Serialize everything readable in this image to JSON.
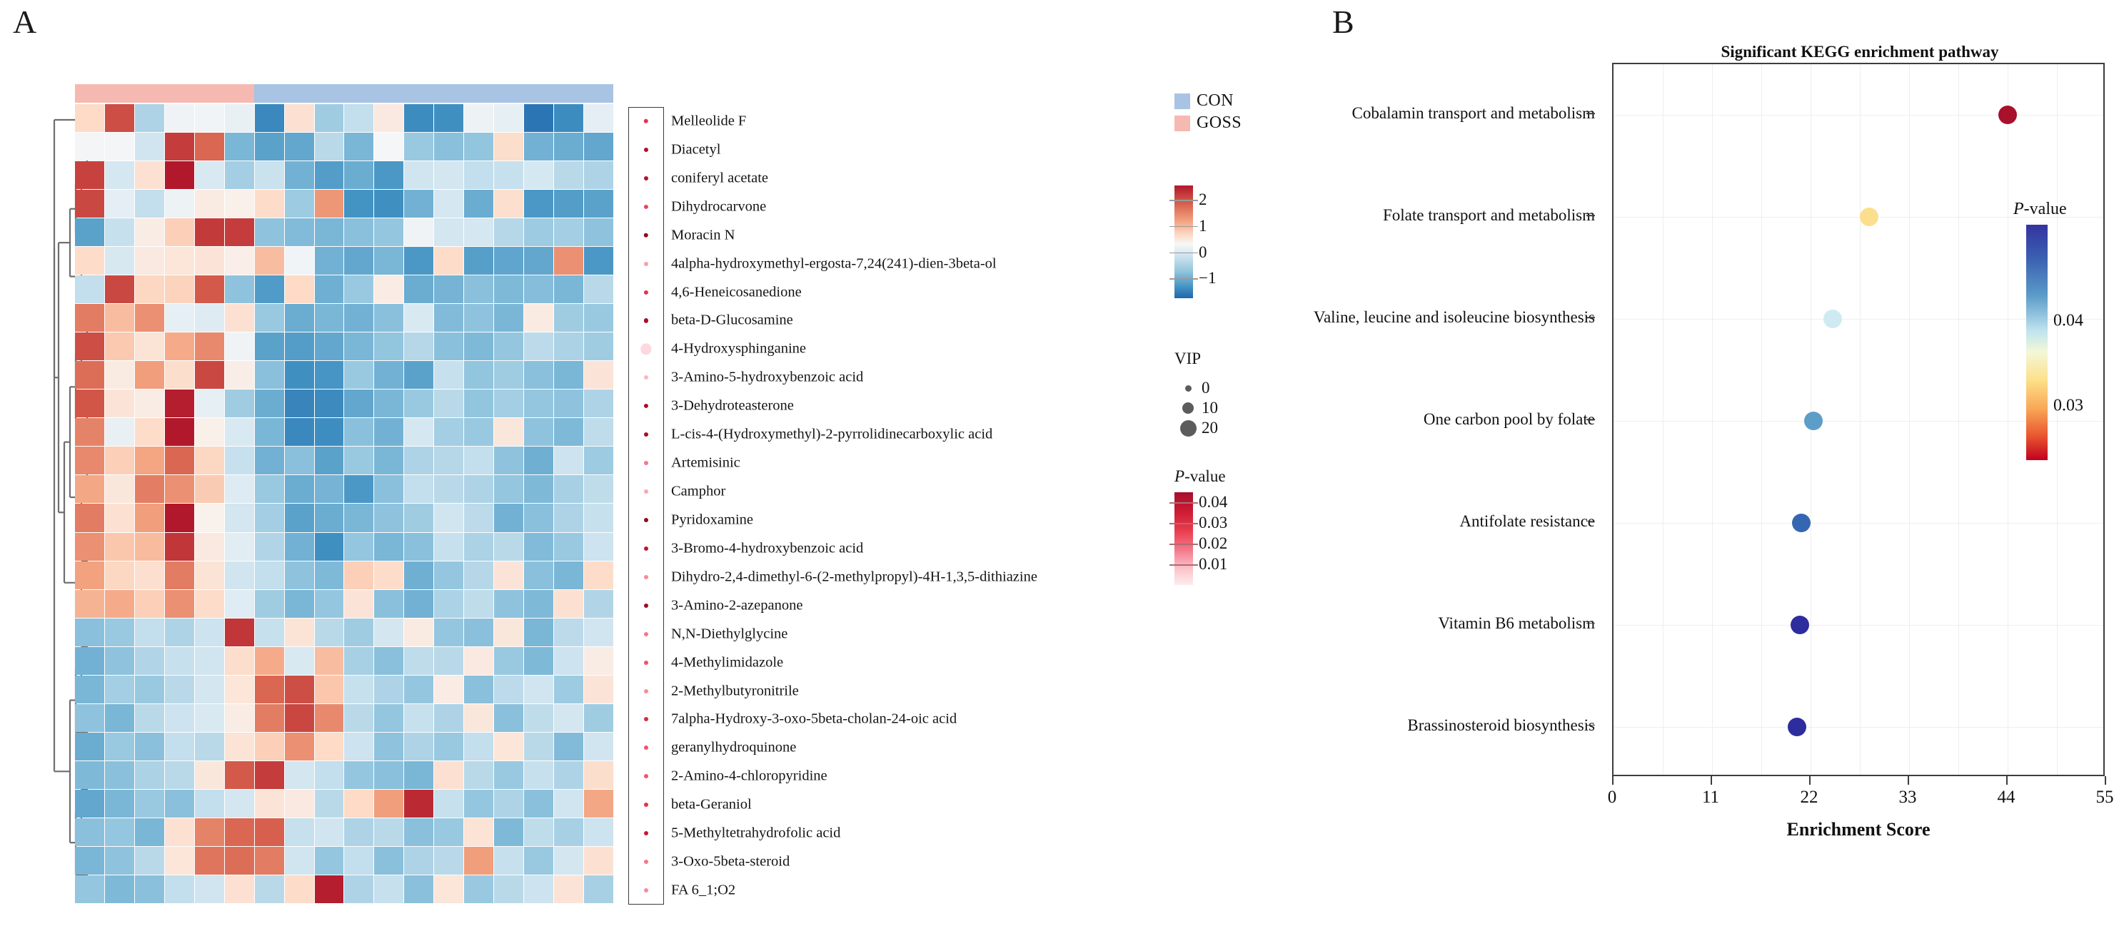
{
  "panels": {
    "a_letter": "A",
    "b_letter": "B"
  },
  "panel_a": {
    "group_legend": {
      "items": [
        {
          "label": "CON",
          "color": "#a8c3e4"
        },
        {
          "label": "GOSS",
          "color": "#f6b9b2"
        }
      ]
    },
    "zscore_legend": {
      "ticks": [
        "2",
        "1",
        "0",
        "−1"
      ],
      "high_color": "#b2182b",
      "low_color": "#2166ac"
    },
    "vip_legend": {
      "title": "VIP",
      "ticks": [
        "0",
        "10",
        "20"
      ],
      "dot_color": "#5c5c5c"
    },
    "pvalue_legend": {
      "title": "P-value",
      "ticks": [
        "0.04",
        "0.03",
        "0.02",
        "0.01"
      ],
      "high_color": "#a50f2b",
      "low_color": "#fdecee"
    },
    "columns": {
      "goss_count": 6,
      "con_count": 12,
      "total": 18
    },
    "metabolites": [
      {
        "name": "Melleolide F",
        "vip": 5.5,
        "pvalue_color": "#e3344a"
      },
      {
        "name": "Diacetyl",
        "vip": 5.0,
        "pvalue_color": "#b01028"
      },
      {
        "name": "coniferyl acetate",
        "vip": 5.0,
        "pvalue_color": "#b4122a"
      },
      {
        "name": "Dihydrocarvone",
        "vip": 5.2,
        "pvalue_color": "#e8455a"
      },
      {
        "name": "Moracin N",
        "vip": 5.5,
        "pvalue_color": "#8c0b22"
      },
      {
        "name": "4alpha-hydroxymethyl-ergosta-7,24(241)-dien-3beta-ol",
        "vip": 4.5,
        "pvalue_color": "#f7a0ab"
      },
      {
        "name": "4,6-Heneicosanedione",
        "vip": 5.2,
        "pvalue_color": "#e3344a"
      },
      {
        "name": "beta-D-Glucosamine",
        "vip": 5.2,
        "pvalue_color": "#a50f2b"
      },
      {
        "name": "4-Hydroxysphinganine",
        "vip": 13.0,
        "pvalue_color": "#fcd9de"
      },
      {
        "name": "3-Amino-5-hydroxybenzoic acid",
        "vip": 4.2,
        "pvalue_color": "#fab8c0"
      },
      {
        "name": "3-Dehydroteasterone",
        "vip": 5.2,
        "pvalue_color": "#a50f2b"
      },
      {
        "name": "L-cis-4-(Hydroxymethyl)-2-pyrrolidinecarboxylic acid",
        "vip": 5.0,
        "pvalue_color": "#a50f2b"
      },
      {
        "name": "Artemisinic",
        "vip": 4.8,
        "pvalue_color": "#f4788a"
      },
      {
        "name": "Camphor",
        "vip": 4.5,
        "pvalue_color": "#f9a8b2"
      },
      {
        "name": "Pyridoxamine",
        "vip": 5.0,
        "pvalue_color": "#8c0b22"
      },
      {
        "name": "3-Bromo-4-hydroxybenzoic acid",
        "vip": 5.0,
        "pvalue_color": "#bf1630"
      },
      {
        "name": "Dihydro-2,4-dimethyl-6-(2-methylpropyl)-4H-1,3,5-dithiazine",
        "vip": 4.6,
        "pvalue_color": "#f78c9b"
      },
      {
        "name": "3-Amino-2-azepanone",
        "vip": 5.0,
        "pvalue_color": "#9c0d26"
      },
      {
        "name": "N,N-Diethylglycine",
        "vip": 4.8,
        "pvalue_color": "#f4788a"
      },
      {
        "name": "4-Methylimidazole",
        "vip": 5.0,
        "pvalue_color": "#ef5566"
      },
      {
        "name": "2-Methylbutyronitrile",
        "vip": 4.8,
        "pvalue_color": "#f78c9b"
      },
      {
        "name": "7alpha-Hydroxy-3-oxo-5beta-cholan-24-oic acid",
        "vip": 5.0,
        "pvalue_color": "#d9283e"
      },
      {
        "name": "geranylhydroquinone",
        "vip": 4.8,
        "pvalue_color": "#ef5566"
      },
      {
        "name": "2-Amino-4-chloropyridine",
        "vip": 5.0,
        "pvalue_color": "#ef5566"
      },
      {
        "name": "beta-Geraniol",
        "vip": 5.0,
        "pvalue_color": "#e3344a"
      },
      {
        "name": "5-Methyltetrahydrofolic acid",
        "vip": 5.0,
        "pvalue_color": "#c41a33"
      },
      {
        "name": "3-Oxo-5beta-steroid",
        "vip": 4.8,
        "pvalue_color": "#f4788a"
      },
      {
        "name": "FA 6_1;O2",
        "vip": 4.6,
        "pvalue_color": "#f78c9b"
      }
    ],
    "heatmap_values": [
      [
        0.45,
        1.55,
        -0.7,
        -0.1,
        -0.08,
        -0.18,
        -1.55,
        0.35,
        -0.8,
        -0.55,
        0.22,
        -1.5,
        -1.45,
        -0.12,
        -0.2,
        -1.8,
        -1.5,
        -0.22
      ],
      [
        -0.05,
        -0.04,
        -0.45,
        1.7,
        1.35,
        -1.05,
        -1.25,
        -1.2,
        -0.62,
        -1.05,
        -0.03,
        -0.85,
        -0.95,
        -0.9,
        0.4,
        -1.1,
        -1.15,
        -1.2
      ],
      [
        1.65,
        -0.4,
        0.35,
        2.1,
        -0.35,
        -0.78,
        -0.5,
        -1.1,
        -1.3,
        -1.15,
        -1.35,
        -0.45,
        -0.42,
        -0.55,
        -0.52,
        -0.4,
        -0.62,
        -0.7
      ],
      [
        1.6,
        -0.22,
        -0.55,
        -0.12,
        0.2,
        0.12,
        0.42,
        -0.82,
        1.0,
        -1.4,
        -1.45,
        -1.1,
        -0.4,
        -1.15,
        0.38,
        -1.35,
        -1.3,
        -1.25
      ],
      [
        -1.25,
        -0.52,
        0.18,
        0.55,
        1.72,
        1.7,
        -0.92,
        -1.0,
        -1.05,
        -0.95,
        -0.88,
        -0.1,
        -0.42,
        -0.4,
        -0.65,
        -0.82,
        -0.78,
        -0.92
      ],
      [
        0.42,
        -0.38,
        0.22,
        0.28,
        0.3,
        0.14,
        0.7,
        -0.08,
        -1.1,
        -1.2,
        -1.05,
        -1.35,
        0.42,
        -1.28,
        -1.22,
        -1.2,
        1.05,
        -1.35
      ],
      [
        -0.55,
        1.6,
        0.48,
        0.52,
        1.45,
        -0.92,
        -1.32,
        0.45,
        -1.12,
        -0.85,
        0.18,
        -1.15,
        -1.08,
        -0.95,
        -1.02,
        -0.98,
        -1.05,
        -0.62
      ],
      [
        1.2,
        0.7,
        1.05,
        -0.2,
        -0.3,
        0.35,
        -0.85,
        -1.15,
        -1.05,
        -1.1,
        -0.95,
        -0.35,
        -1.0,
        -0.92,
        -1.05,
        0.2,
        -0.8,
        -0.85
      ],
      [
        1.55,
        0.6,
        0.32,
        0.85,
        1.1,
        -0.1,
        -1.25,
        -1.3,
        -1.2,
        -1.05,
        -0.9,
        -0.65,
        -0.95,
        -1.02,
        -0.88,
        -0.6,
        -0.72,
        -0.8
      ],
      [
        1.3,
        0.2,
        0.95,
        0.4,
        1.6,
        0.15,
        -0.95,
        -1.45,
        -1.38,
        -0.85,
        -1.1,
        -1.25,
        -0.52,
        -0.9,
        -0.8,
        -0.95,
        -1.05,
        0.3
      ],
      [
        1.48,
        0.3,
        0.18,
        1.95,
        -0.2,
        -0.8,
        -1.15,
        -1.6,
        -1.52,
        -1.2,
        -1.05,
        -0.85,
        -0.62,
        -0.9,
        -0.78,
        -0.88,
        -0.92,
        -0.7
      ],
      [
        1.15,
        -0.18,
        0.42,
        2.05,
        0.12,
        -0.35,
        -1.05,
        -1.55,
        -1.48,
        -0.95,
        -1.1,
        -0.4,
        -0.78,
        -0.85,
        0.25,
        -0.92,
        -1.02,
        -0.58
      ],
      [
        1.1,
        0.55,
        0.9,
        1.35,
        0.48,
        -0.52,
        -1.1,
        -0.95,
        -1.25,
        -0.85,
        -1.05,
        -0.7,
        -0.65,
        -0.55,
        -0.92,
        -1.12,
        -0.48,
        -0.82
      ],
      [
        0.88,
        0.25,
        1.18,
        1.05,
        0.58,
        -0.3,
        -0.85,
        -1.15,
        -1.08,
        -1.35,
        -0.95,
        -0.55,
        -0.62,
        -0.7,
        -0.88,
        -1.02,
        -0.75,
        -0.58
      ],
      [
        1.2,
        0.35,
        0.95,
        2.15,
        0.1,
        -0.42,
        -0.78,
        -1.25,
        -1.15,
        -1.05,
        -0.92,
        -0.8,
        -0.45,
        -0.6,
        -1.1,
        -0.95,
        -0.7,
        -0.52
      ],
      [
        1.05,
        0.62,
        0.72,
        1.75,
        0.22,
        -0.25,
        -0.68,
        -1.1,
        -1.45,
        -0.88,
        -1.05,
        -0.95,
        -0.52,
        -0.72,
        -0.62,
        -1.0,
        -0.85,
        -0.48
      ],
      [
        0.92,
        0.48,
        0.38,
        1.2,
        0.32,
        -0.45,
        -0.55,
        -0.92,
        -1.02,
        0.55,
        0.42,
        -1.12,
        -0.88,
        -0.65,
        0.3,
        -0.95,
        -1.05,
        0.42
      ],
      [
        0.78,
        0.85,
        0.55,
        1.05,
        0.42,
        -0.28,
        -0.8,
        -1.05,
        -0.88,
        0.3,
        -0.95,
        -1.1,
        -0.72,
        -0.58,
        -0.92,
        -1.02,
        0.35,
        -0.68
      ],
      [
        -0.95,
        -0.85,
        -0.55,
        -0.7,
        -0.48,
        1.75,
        -0.52,
        0.32,
        -0.62,
        -0.8,
        -0.42,
        0.2,
        -0.88,
        -0.95,
        0.25,
        -1.05,
        -0.6,
        -0.45
      ],
      [
        -1.1,
        -0.92,
        -0.68,
        -0.52,
        -0.45,
        0.4,
        0.85,
        -0.35,
        0.7,
        -0.75,
        -0.95,
        -0.58,
        -0.62,
        0.22,
        -0.85,
        -1.02,
        -0.48,
        0.18
      ],
      [
        -1.05,
        -0.78,
        -0.85,
        -0.62,
        -0.42,
        0.28,
        1.35,
        1.55,
        0.62,
        -0.52,
        -0.7,
        -0.88,
        0.18,
        -0.95,
        -0.6,
        -0.45,
        -0.82,
        0.3
      ],
      [
        -0.92,
        -1.05,
        -0.62,
        -0.48,
        -0.35,
        0.18,
        1.2,
        1.62,
        1.1,
        -0.62,
        -0.88,
        -0.52,
        -0.7,
        0.25,
        -0.95,
        -0.58,
        -0.42,
        -0.8
      ],
      [
        -1.15,
        -0.85,
        -0.95,
        -0.55,
        -0.62,
        0.32,
        0.55,
        1.05,
        0.45,
        -0.48,
        -0.92,
        -0.7,
        -0.85,
        -0.55,
        0.28,
        -0.62,
        -1.0,
        -0.45
      ],
      [
        -1.02,
        -0.95,
        -0.72,
        -0.62,
        0.25,
        1.45,
        1.7,
        -0.42,
        -0.55,
        -0.88,
        -0.95,
        -1.05,
        0.35,
        -0.62,
        -0.85,
        -0.52,
        -0.7,
        0.4
      ],
      [
        -1.2,
        -1.05,
        -0.85,
        -0.95,
        -0.55,
        -0.42,
        0.3,
        0.22,
        -0.62,
        0.45,
        0.95,
        1.85,
        -0.52,
        -0.88,
        -0.7,
        -0.95,
        -0.45,
        0.88
      ],
      [
        -0.95,
        -0.88,
        -1.05,
        0.35,
        1.15,
        1.35,
        1.4,
        -0.52,
        -0.45,
        -0.7,
        -0.62,
        -0.95,
        -0.85,
        0.32,
        -1.02,
        -0.58,
        -0.75,
        -0.48
      ],
      [
        -1.05,
        -0.92,
        -0.62,
        0.28,
        1.25,
        1.3,
        1.2,
        -0.45,
        -0.88,
        -0.55,
        -0.95,
        -0.7,
        -0.62,
        0.95,
        -0.52,
        -0.85,
        -0.42,
        0.35
      ],
      [
        -0.88,
        -1.02,
        -0.95,
        -0.55,
        -0.45,
        0.35,
        -0.62,
        0.42,
        1.95,
        -0.7,
        -0.52,
        -0.95,
        0.28,
        -0.85,
        -0.62,
        -0.48,
        0.3,
        -0.75
      ]
    ]
  },
  "panel_b": {
    "title": "Significant KEGG enrichment pathway",
    "xlabel": "Enrichment Score",
    "pvalue_legend": {
      "title": "P-value",
      "ticks": [
        {
          "label": "0.04",
          "pos": 0.41
        },
        {
          "label": "0.03",
          "pos": 0.77
        }
      ]
    },
    "chart_data": {
      "type": "scatter",
      "title": "Significant KEGG enrichment pathway",
      "xlabel": "Enrichment Score",
      "ylabel": "",
      "xlim": [
        0,
        55
      ],
      "xticks": [
        0,
        11,
        22,
        33,
        44,
        55
      ],
      "grid": true,
      "legend_position": "right",
      "categories": [
        "Cobalamin transport and metabolism",
        "Folate transport and metabolism",
        "Valine, leucine and isoleucine biosynthesis",
        "One carbon pool by folate",
        "Antifolate resistance",
        "Vitamin B6 metabolism",
        "Brassinosteroid biosynthesis"
      ],
      "points": [
        {
          "pathway": "Cobalamin transport and metabolism",
          "enrichment_score": 44.0,
          "pvalue": 0.0255,
          "color": "#a8102c",
          "size": 26
        },
        {
          "pathway": "Folate transport and metabolism",
          "enrichment_score": 28.5,
          "pvalue": 0.033,
          "color": "#fcdf8c",
          "size": 26
        },
        {
          "pathway": "Valine, leucine and isoleucine biosynthesis",
          "enrichment_score": 24.5,
          "pvalue": 0.04,
          "color": "#cfeaf2",
          "size": 26
        },
        {
          "pathway": "One carbon pool by folate",
          "enrichment_score": 22.3,
          "pvalue": 0.0428,
          "color": "#5d9ec9",
          "size": 26
        },
        {
          "pathway": "Antifolate resistance",
          "enrichment_score": 21.0,
          "pvalue": 0.045,
          "color": "#3566b2",
          "size": 26
        },
        {
          "pathway": "Vitamin B6 metabolism",
          "enrichment_score": 20.8,
          "pvalue": 0.0462,
          "color": "#2d2d9e",
          "size": 26
        },
        {
          "pathway": "Brassinosteroid biosynthesis",
          "enrichment_score": 20.5,
          "pvalue": 0.0465,
          "color": "#2d2d9e",
          "size": 26
        }
      ]
    }
  }
}
